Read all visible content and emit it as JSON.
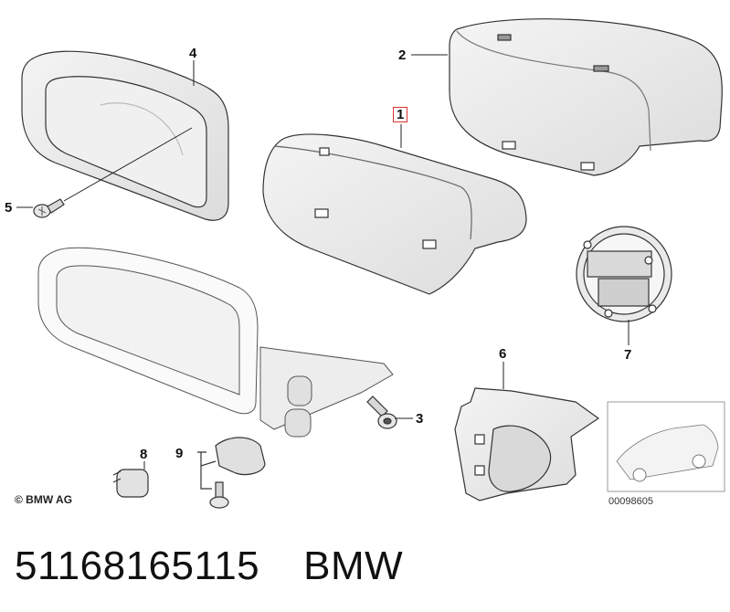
{
  "diagram": {
    "callouts": [
      {
        "id": "1",
        "label": "1",
        "highlighted": true
      },
      {
        "id": "2",
        "label": "2"
      },
      {
        "id": "3",
        "label": "3"
      },
      {
        "id": "4",
        "label": "4"
      },
      {
        "id": "5",
        "label": "5"
      },
      {
        "id": "6",
        "label": "6"
      },
      {
        "id": "7",
        "label": "7"
      },
      {
        "id": "8",
        "label": "8"
      },
      {
        "id": "9",
        "label": "9"
      }
    ],
    "copyright": "© BMW AG",
    "reference_number": "00098605"
  },
  "footer": {
    "part_number": "51168165115",
    "brand": "BMW"
  },
  "colors": {
    "highlight": "#d33333",
    "line": "#222222",
    "shade": "#e6e6e6"
  }
}
